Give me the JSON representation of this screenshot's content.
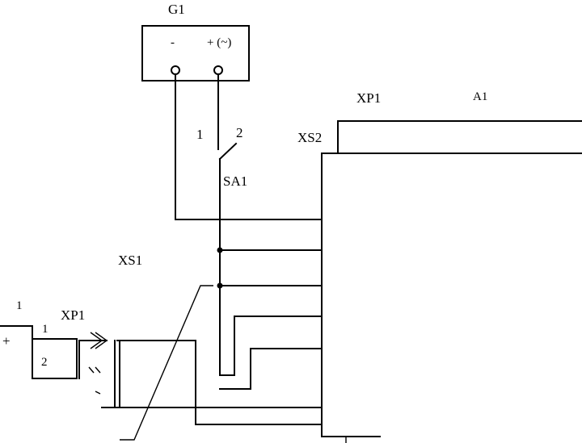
{
  "labels": {
    "g1": "G1",
    "g1_minus": "-",
    "g1_plus": "+ (~)",
    "xp1_top": "XP1",
    "a1": "A1",
    "xs2": "XS2",
    "sa1_pin1": "1",
    "sa1_pin2": "2",
    "sa1": "SA1",
    "xs1": "XS1",
    "left_pin1_top": "1",
    "xp1_left": "XP1",
    "xp1_pin1": "1",
    "xp1_pin2": "2",
    "plus_left": "+"
  }
}
